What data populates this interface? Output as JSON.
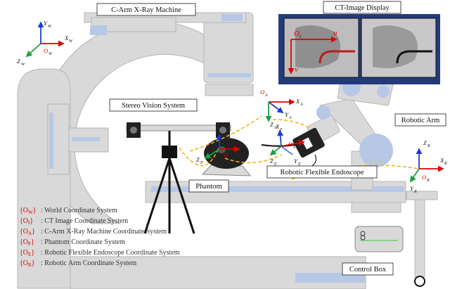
{
  "labels": {
    "c_arm": "C-Arm X-Ray Machine",
    "ct_display": "CT-Image Display",
    "stereo": "Stereo Vision System",
    "robotic_arm": "Robotic Arm",
    "endoscope": "Robotic Flexible Endoscope",
    "phantom": "Phantom",
    "control_box": "Control Box"
  },
  "frames": {
    "world": {
      "origin": "O",
      "sub": "W",
      "x": "X",
      "y": "Y",
      "z": "Z"
    },
    "arm_xray": {
      "origin": "O",
      "sub": "A",
      "x": "X",
      "y": "Y",
      "z": "Z"
    },
    "phantom": {
      "origin": "O",
      "sub": "P",
      "x": "X",
      "y": "Y",
      "z": "Z"
    },
    "endoscope": {
      "origin": "O",
      "sub": "E",
      "x": "X",
      "y": "Y",
      "z": "Z"
    },
    "robot": {
      "origin": "O",
      "sub": "R",
      "x": "X",
      "y": "Y",
      "z": "Z"
    },
    "image": {
      "origin": "O",
      "sub": "I",
      "u": "u",
      "v": "v"
    }
  },
  "legend": [
    {
      "key": "{O",
      "sub": "W",
      "close": "}",
      "text": ": World Coordinate System"
    },
    {
      "key": "{O",
      "sub": "I",
      "close": "}",
      "text": ": CT Image Coordinate System"
    },
    {
      "key": "{O",
      "sub": "A",
      "close": "}",
      "text": ": C-Arm X-Ray Machine Coordinate System"
    },
    {
      "key": "{O",
      "sub": "P",
      "close": "}",
      "text": ": Phantom Coordinate System"
    },
    {
      "key": "{O",
      "sub": "E",
      "close": "}",
      "text": ": Robotic Flexible Endoscope Coordinate System"
    },
    {
      "key": "{O",
      "sub": "R",
      "close": "}",
      "text": ": Robotic Arm Coordinate System"
    }
  ],
  "colors": {
    "x_axis": "#e00000",
    "y_axis": "#1a3fd0",
    "z_axis": "#1e9e3a",
    "equipment": "#d9d9d9",
    "accent": "#b7c8e6",
    "tracking_path": "#f4b21a",
    "screen_frame": "#233b7a"
  }
}
